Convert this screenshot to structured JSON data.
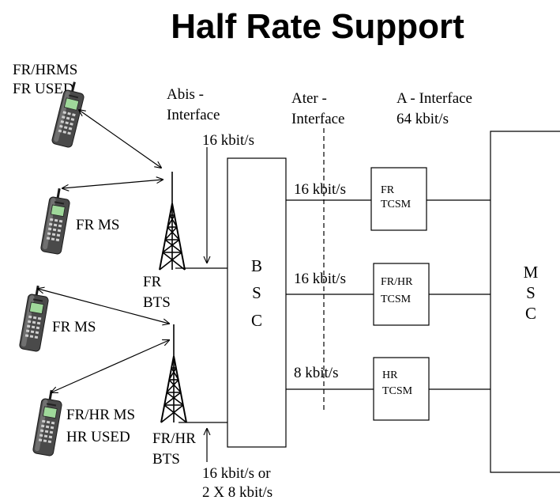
{
  "title": "Half Rate Support",
  "phones": {
    "top_label_line1": "FR/HRMS",
    "top_label_line2": "FR USED",
    "ms2_label": "FR MS",
    "ms3_label": "FR MS",
    "ms4_label_line1": "FR/HR MS",
    "ms4_label_line2": "HR USED"
  },
  "bts": {
    "top_line1": "FR",
    "top_line2": "BTS",
    "bottom_line1": "FR/HR",
    "bottom_line2": "BTS"
  },
  "interfaces": {
    "abis_line1": "Abis -",
    "abis_line2": "Interface",
    "ater_line1": "Ater -",
    "ater_line2": "Interface",
    "a_line1": "A - Interface",
    "a_line2": "64 kbit/s"
  },
  "rates": {
    "abis_top": "16 kbit/s",
    "ater_1": "16 kbit/s",
    "ater_2": "16 kbit/s",
    "ater_3": "8 kbit/s",
    "abis_bottom_line1": "16 kbit/s or",
    "abis_bottom_line2": "2 X 8 kbit/s"
  },
  "bsc": {
    "l1": "B",
    "l2": "S",
    "l3": "C"
  },
  "msc": {
    "l1": "M",
    "l2": "S",
    "l3": "C"
  },
  "tcsm": {
    "t1_line1": "FR",
    "t1_line2": "TCSM",
    "t2_line1": "FR/HR",
    "t2_line2": "TCSM",
    "t3_line1": "HR",
    "t3_line2": "TCSM"
  }
}
